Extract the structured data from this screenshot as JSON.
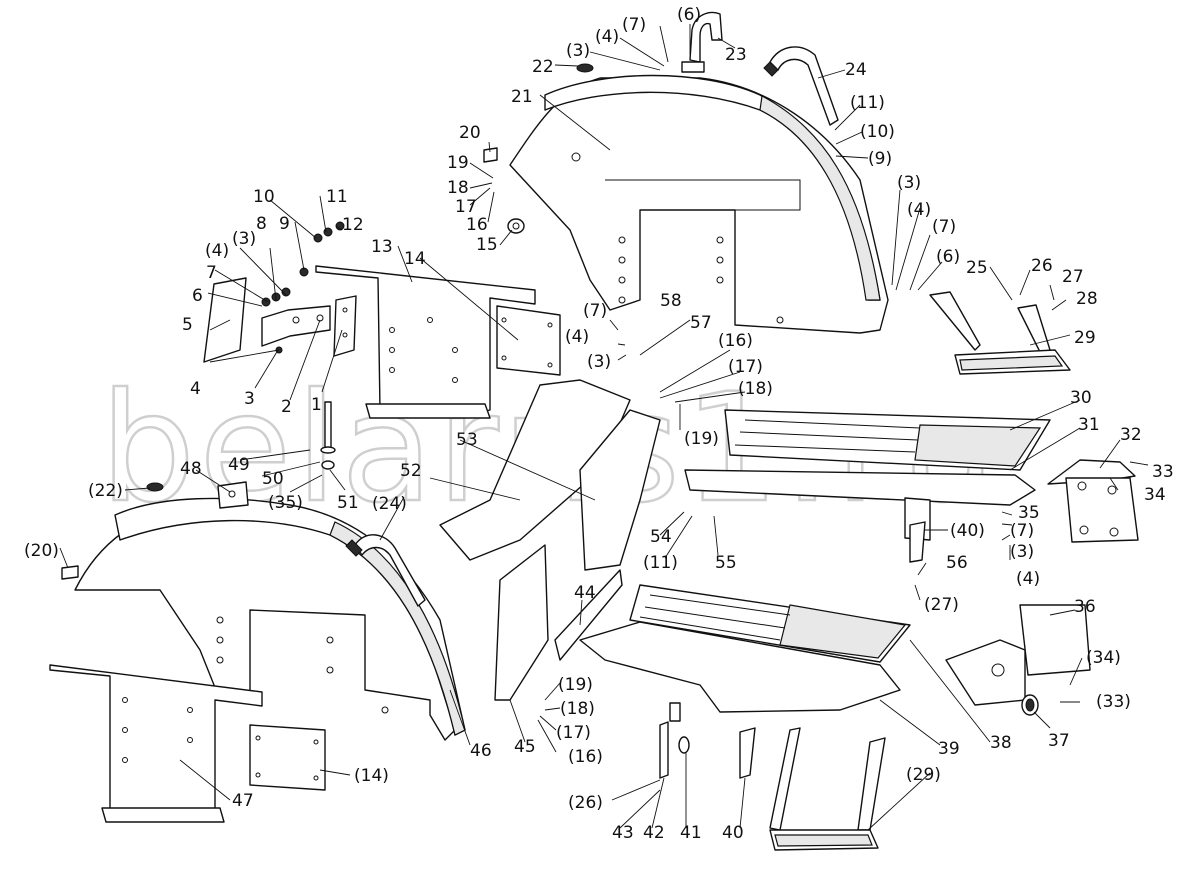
{
  "watermark": "belarus1.ru",
  "labels": [
    {
      "id": "l22",
      "text": "22"
    },
    {
      "id": "l3a",
      "text": "(3)"
    },
    {
      "id": "l4a",
      "text": "(4)"
    },
    {
      "id": "l7a",
      "text": "(7)"
    },
    {
      "id": "l6a",
      "text": "(6)"
    },
    {
      "id": "l23",
      "text": "23"
    },
    {
      "id": "l24",
      "text": "24"
    },
    {
      "id": "l21",
      "text": "21"
    },
    {
      "id": "l11a",
      "text": "(11)"
    },
    {
      "id": "l10a",
      "text": "(10)"
    },
    {
      "id": "l9a",
      "text": "(9)"
    },
    {
      "id": "l20",
      "text": "20"
    },
    {
      "id": "l19",
      "text": "19"
    },
    {
      "id": "l18",
      "text": "18"
    },
    {
      "id": "l17",
      "text": "17"
    },
    {
      "id": "l16",
      "text": "16"
    },
    {
      "id": "l15",
      "text": "15"
    },
    {
      "id": "l10",
      "text": "10"
    },
    {
      "id": "l11",
      "text": "11"
    },
    {
      "id": "l8",
      "text": "8"
    },
    {
      "id": "l9",
      "text": "9"
    },
    {
      "id": "l12",
      "text": "12"
    },
    {
      "id": "l13",
      "text": "13"
    },
    {
      "id": "l14",
      "text": "14"
    },
    {
      "id": "l4b",
      "text": "(4)"
    },
    {
      "id": "l3b",
      "text": "(3)"
    },
    {
      "id": "l7",
      "text": "7"
    },
    {
      "id": "l6",
      "text": "6"
    },
    {
      "id": "l5",
      "text": "5"
    },
    {
      "id": "l4",
      "text": "4"
    },
    {
      "id": "l3",
      "text": "3"
    },
    {
      "id": "l2",
      "text": "2"
    },
    {
      "id": "l1",
      "text": "1"
    },
    {
      "id": "l3c",
      "text": "(3)"
    },
    {
      "id": "l4c",
      "text": "(4)"
    },
    {
      "id": "l7c",
      "text": "(7)"
    },
    {
      "id": "l6c",
      "text": "(6)"
    },
    {
      "id": "l25",
      "text": "25"
    },
    {
      "id": "l26",
      "text": "26"
    },
    {
      "id": "l27",
      "text": "27"
    },
    {
      "id": "l28",
      "text": "28"
    },
    {
      "id": "l29",
      "text": "29"
    },
    {
      "id": "l7d",
      "text": "(7)"
    },
    {
      "id": "l58",
      "text": "58"
    },
    {
      "id": "l4d",
      "text": "(4)"
    },
    {
      "id": "l57",
      "text": "57"
    },
    {
      "id": "l3d",
      "text": "(3)"
    },
    {
      "id": "l16a",
      "text": "(16)"
    },
    {
      "id": "l17a",
      "text": "(17)"
    },
    {
      "id": "l18a",
      "text": "(18)"
    },
    {
      "id": "l19a",
      "text": "(19)"
    },
    {
      "id": "l30",
      "text": "30"
    },
    {
      "id": "l31",
      "text": "31"
    },
    {
      "id": "l32",
      "text": "32"
    },
    {
      "id": "l33",
      "text": "33"
    },
    {
      "id": "l34",
      "text": "34"
    },
    {
      "id": "l49",
      "text": "49"
    },
    {
      "id": "l50",
      "text": "50"
    },
    {
      "id": "l35a",
      "text": "(35)"
    },
    {
      "id": "l51",
      "text": "51"
    },
    {
      "id": "l48",
      "text": "48"
    },
    {
      "id": "l22a",
      "text": "(22)"
    },
    {
      "id": "l24a",
      "text": "(24)"
    },
    {
      "id": "l53",
      "text": "53"
    },
    {
      "id": "l52",
      "text": "52"
    },
    {
      "id": "l54",
      "text": "54"
    },
    {
      "id": "l11b",
      "text": "(11)"
    },
    {
      "id": "l55",
      "text": "55"
    },
    {
      "id": "l40a",
      "text": "(40)"
    },
    {
      "id": "l35",
      "text": "35"
    },
    {
      "id": "l7e",
      "text": "(7)"
    },
    {
      "id": "l3e",
      "text": "(3)"
    },
    {
      "id": "l4e",
      "text": "(4)"
    },
    {
      "id": "l56",
      "text": "56"
    },
    {
      "id": "l27a",
      "text": "(27)"
    },
    {
      "id": "l20a",
      "text": "(20)"
    },
    {
      "id": "l44",
      "text": "44"
    },
    {
      "id": "l36",
      "text": "36"
    },
    {
      "id": "l34a",
      "text": "(34)"
    },
    {
      "id": "l33a",
      "text": "(33)"
    },
    {
      "id": "l37",
      "text": "37"
    },
    {
      "id": "l19b",
      "text": "(19)"
    },
    {
      "id": "l18b",
      "text": "(18)"
    },
    {
      "id": "l45",
      "text": "45"
    },
    {
      "id": "l17b",
      "text": "(17)"
    },
    {
      "id": "l16b",
      "text": "(16)"
    },
    {
      "id": "l46",
      "text": "46"
    },
    {
      "id": "l39",
      "text": "39"
    },
    {
      "id": "l38",
      "text": "38"
    },
    {
      "id": "l14a",
      "text": "(14)"
    },
    {
      "id": "l47",
      "text": "47"
    },
    {
      "id": "l26a",
      "text": "(26)"
    },
    {
      "id": "l43",
      "text": "43"
    },
    {
      "id": "l42",
      "text": "42"
    },
    {
      "id": "l41",
      "text": "41"
    },
    {
      "id": "l40",
      "text": "40"
    },
    {
      "id": "l29a",
      "text": "(29)"
    }
  ]
}
